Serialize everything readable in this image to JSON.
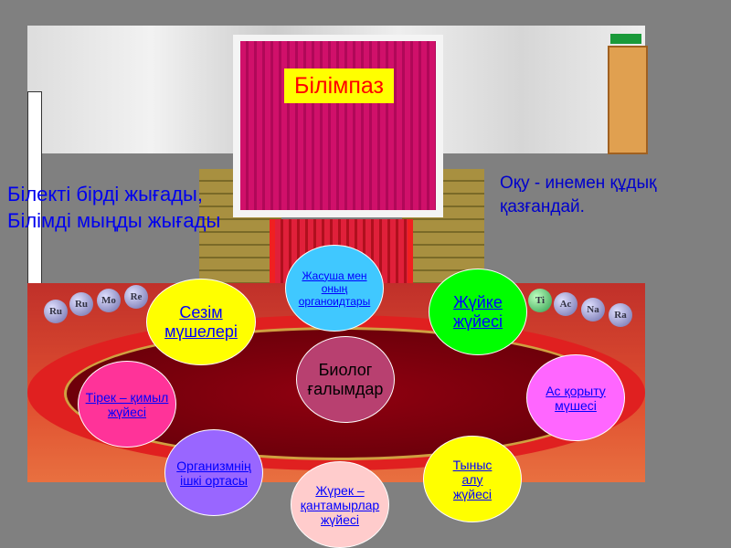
{
  "slide": {
    "title": "Білімпаз",
    "proverb_left": "Білекті бірді жығады,\nБілімді мыңды жығады",
    "proverb_right": "Оқу - инемен құдық\nқазғандай.",
    "center": "Биолог\nғалымдар",
    "balls_left": [
      "Ru",
      "Mo",
      "Re",
      "Ru"
    ],
    "balls_right": [
      "Ti",
      "Ac",
      "Na",
      "Ra"
    ],
    "topics": [
      {
        "label": "Жасуша  мен\nоның\nорганоидтары",
        "color": "#40c8ff"
      },
      {
        "label": "Жүйке\nжүйесі",
        "color": "#00ff00"
      },
      {
        "label": "Сезім\nмүшелері",
        "color": "#ffff00"
      },
      {
        "label": "Тірек – қимыл\nжүйесі",
        "color": "#ff3399"
      },
      {
        "label": "Ас  қорыту\nмүшесі",
        "color": "#ff66ff"
      },
      {
        "label": "Организмнің\nішкі  ортасы",
        "color": "#9966ff"
      },
      {
        "label": "Тыныс\nалу\nжүйесі",
        "color": "#ffff00"
      },
      {
        "label": "Жүрек –\nқантамырлар\nжүйесі",
        "color": "#ffcccc"
      }
    ],
    "center_color": "#b84070"
  }
}
